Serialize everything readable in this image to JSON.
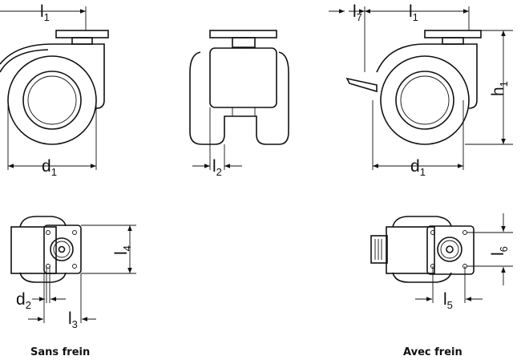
{
  "labels": {
    "l1_left": {
      "base": "l",
      "sub": "1"
    },
    "d1_left": {
      "base": "d",
      "sub": "1"
    },
    "l2": {
      "base": "l",
      "sub": "2"
    },
    "l7": {
      "base": "l",
      "sub": "7"
    },
    "l1_right": {
      "base": "l",
      "sub": "1"
    },
    "h1": {
      "base": "h",
      "sub": "1"
    },
    "d1_right": {
      "base": "d",
      "sub": "1"
    },
    "l4": {
      "base": "l",
      "sub": "4"
    },
    "d2": {
      "base": "d",
      "sub": "2"
    },
    "l3": {
      "base": "l",
      "sub": "3"
    },
    "l6": {
      "base": "l",
      "sub": "6"
    },
    "l5": {
      "base": "l",
      "sub": "5"
    }
  },
  "captions": {
    "without_brake": "Sans frein",
    "with_brake": "Avec frein"
  }
}
